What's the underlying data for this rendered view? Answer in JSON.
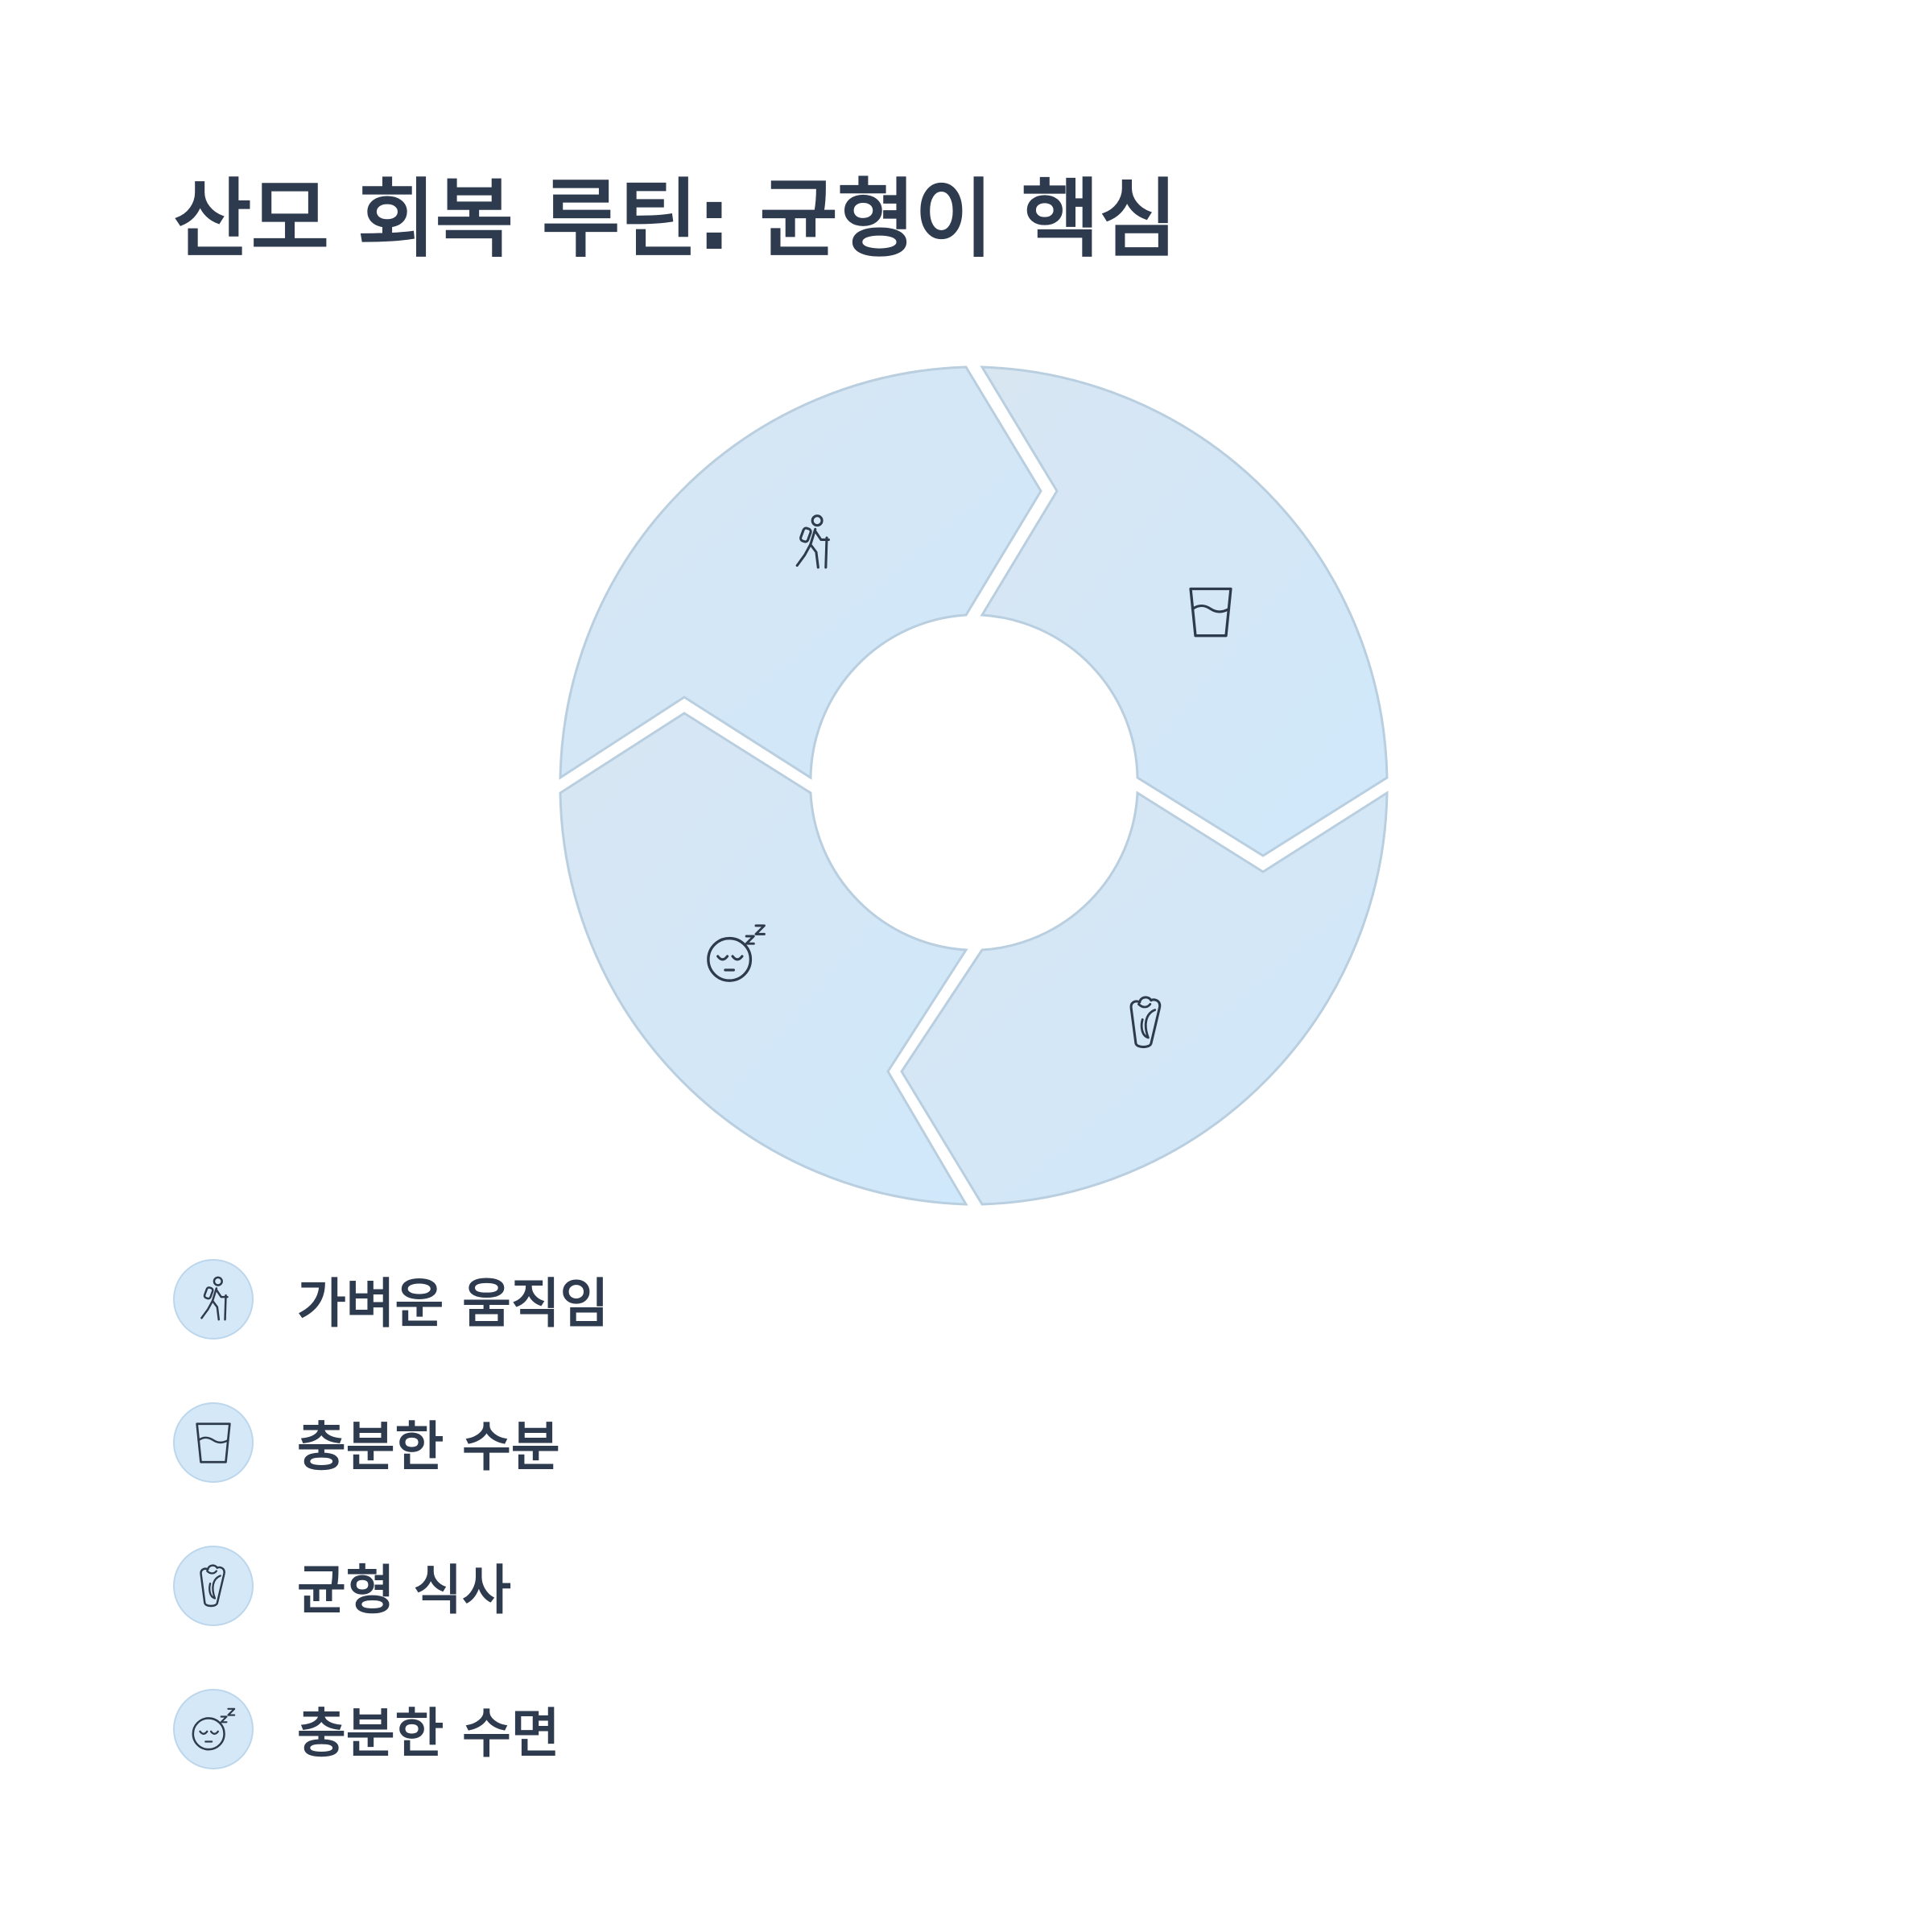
{
  "title": "산모 회복 루틴: 균형이 핵심",
  "colors": {
    "text": "#2e3a4e",
    "segment_fill_light": "#d8e6f2",
    "segment_fill_accent": "#cfe8fb",
    "segment_stroke": "#b9cfe0",
    "badge_fill": "#d5e8f8"
  },
  "segments": [
    {
      "icon": "hiking-icon",
      "label": "가벼운 움직임"
    },
    {
      "icon": "water-glass-icon",
      "label": "충분한 수분"
    },
    {
      "icon": "burrito-icon",
      "label": "균형 식사"
    },
    {
      "icon": "sleeping-face-icon",
      "label": "충분한 수면"
    }
  ]
}
